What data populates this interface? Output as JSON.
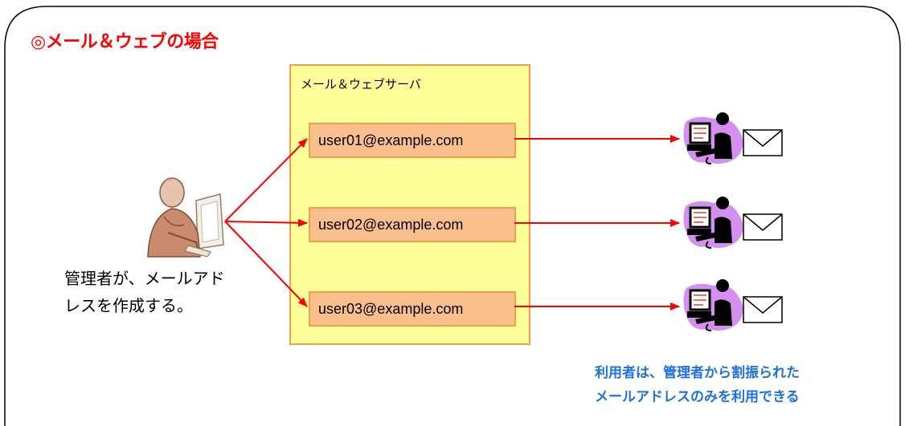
{
  "title": "◎メール＆ウェブの場合",
  "server": {
    "label": "メール＆ウェブサーバ",
    "addresses": [
      "user01@example.com",
      "user02@example.com",
      "user03@example.com"
    ]
  },
  "admin": {
    "caption_line1": "管理者が、メールアド",
    "caption_line2": "レスを作成する。"
  },
  "users_note": {
    "line1": "利用者は、管理者から割振られた",
    "line2": "メールアドレスのみを利用できる"
  },
  "colors": {
    "title": "#ff0000",
    "arrow": "#ff0000",
    "server_fill": "#ffff99",
    "server_border": "#f0a048",
    "address_fill": "#fbbf8e",
    "note": "#1e6fe6",
    "user_blob": "#d58ff0"
  },
  "icons": [
    "administrator-clipart-icon",
    "user-at-computer-icon",
    "envelope-icon"
  ]
}
